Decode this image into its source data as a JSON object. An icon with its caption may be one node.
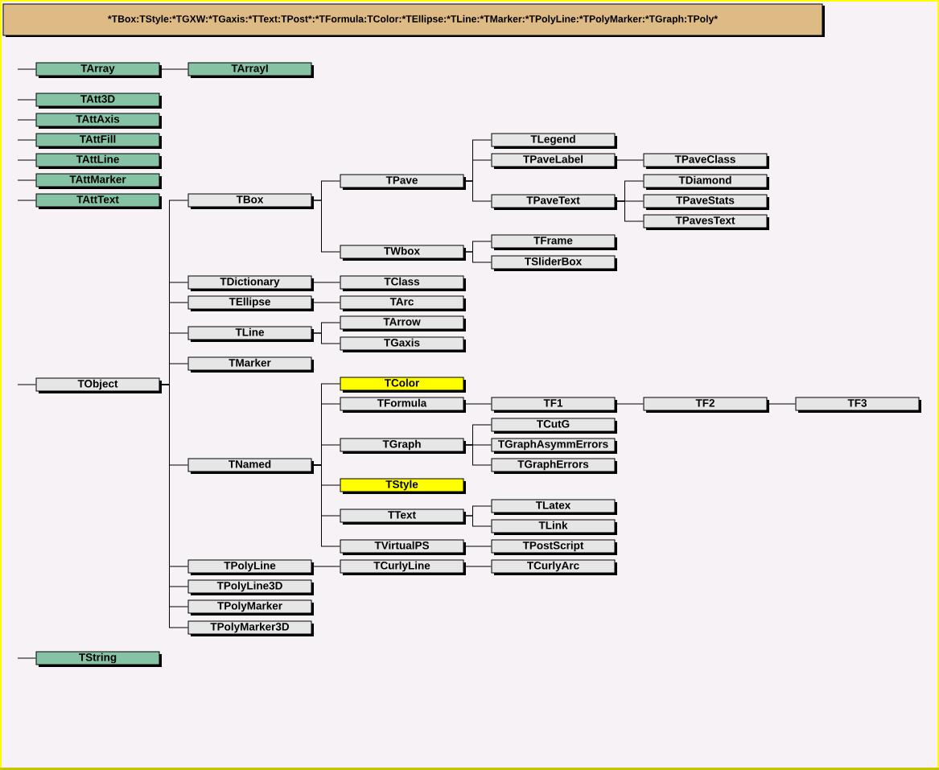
{
  "diagram": {
    "title": "*TBox:TStyle:*TGXW:*TGaxis:*TText:TPost*:*TFormula:TColor:*TEllipse:*TLine:*TMarker:*TPolyLine:*TPolyMarker:*TGraph:TPoly*",
    "nodes": [
      {
        "text": [
          "TArray"
        ]
      },
      {
        "text": [
          "TArrayI"
        ]
      },
      {
        "text": [
          "TAtt3D"
        ]
      },
      {
        "text": [
          "TAttAxis"
        ]
      },
      {
        "text": [
          "TAttFill"
        ]
      },
      {
        "text": [
          "TAttLine"
        ]
      },
      {
        "text": [
          "TAttMarker"
        ]
      },
      {
        "text": [
          "TAttText"
        ]
      },
      {
        "text": [
          "TLegend"
        ]
      },
      {
        "text": [
          "TPaveLabel"
        ]
      },
      {
        "text": [
          "TPaveClass"
        ]
      },
      {
        "text": [
          "TPave"
        ]
      },
      {
        "text": [
          "TDiamond"
        ]
      },
      {
        "text": [
          "TBox"
        ]
      },
      {
        "text": [
          "TPaveText"
        ]
      },
      {
        "text": [
          "TPaveStats"
        ]
      },
      {
        "text": [
          "TPavesText"
        ]
      },
      {
        "text": [
          "TFrame"
        ]
      },
      {
        "text": [
          "TWbox"
        ]
      },
      {
        "text": [
          "TSliderBox"
        ]
      },
      {
        "text": [
          "TDictionary"
        ]
      },
      {
        "text": [
          "TClass"
        ]
      },
      {
        "text": [
          "TEllipse"
        ]
      },
      {
        "text": [
          "TArc"
        ]
      },
      {
        "text": [
          "TArrow"
        ]
      },
      {
        "text": [
          "TLine"
        ]
      },
      {
        "text": [
          "TGaxis"
        ]
      },
      {
        "text": [
          "TMarker"
        ]
      },
      {
        "text": [
          "TColor"
        ]
      },
      {
        "text": [
          "TObject"
        ]
      },
      {
        "text": [
          "TFormula"
        ]
      },
      {
        "text": [
          "TF1"
        ]
      },
      {
        "text": [
          "TF2"
        ]
      },
      {
        "text": [
          "TF3"
        ]
      },
      {
        "text": [
          "TCutG"
        ]
      },
      {
        "text": [
          "TGraph"
        ]
      },
      {
        "text": [
          "TGraphAsymmErrors"
        ]
      },
      {
        "text": [
          "TNamed"
        ]
      },
      {
        "text": [
          "TGraphErrors"
        ]
      },
      {
        "text": [
          "TStyle"
        ]
      },
      {
        "text": [
          "TLatex"
        ]
      },
      {
        "text": [
          "TText"
        ]
      },
      {
        "text": [
          "TLink"
        ]
      },
      {
        "text": [
          "TVirtualPS"
        ]
      },
      {
        "text": [
          "TPostScript"
        ]
      },
      {
        "text": [
          "TPolyLine"
        ]
      },
      {
        "text": [
          "TCurlyLine"
        ]
      },
      {
        "text": [
          "TCurlyArc"
        ]
      },
      {
        "text": [
          "TPolyLine3D"
        ]
      },
      {
        "text": [
          "TPolyMarker"
        ]
      },
      {
        "text": [
          "TPolyMarker3D"
        ]
      },
      {
        "text": [
          "TString"
        ]
      }
    ],
    "edges": [
      {
        "from": null,
        "to": 0,
        "arrow": "none"
      },
      {
        "from": 0,
        "to": 1,
        "arrow": "none"
      },
      {
        "from": null,
        "to": 2,
        "arrow": "none"
      },
      {
        "from": null,
        "to": 3,
        "arrow": "none"
      },
      {
        "from": null,
        "to": 4,
        "arrow": "none"
      },
      {
        "from": null,
        "to": 5,
        "arrow": "none"
      },
      {
        "from": null,
        "to": 6,
        "arrow": "none"
      },
      {
        "from": null,
        "to": 7,
        "arrow": "none"
      },
      {
        "from": null,
        "to": 29,
        "arrow": "none"
      },
      {
        "from": null,
        "to": 51,
        "arrow": "none"
      },
      {
        "from": 29,
        "to": 13,
        "arrow": "none"
      },
      {
        "from": 29,
        "to": 20,
        "arrow": "none"
      },
      {
        "from": 29,
        "to": 22,
        "arrow": "none"
      },
      {
        "from": 29,
        "to": 25,
        "arrow": "none"
      },
      {
        "from": 29,
        "to": 27,
        "arrow": "none"
      },
      {
        "from": 29,
        "to": 37,
        "arrow": "none"
      },
      {
        "from": 29,
        "to": 45,
        "arrow": "none"
      },
      {
        "from": 29,
        "to": 48,
        "arrow": "none"
      },
      {
        "from": 29,
        "to": 49,
        "arrow": "none"
      },
      {
        "from": 29,
        "to": 50,
        "arrow": "none"
      },
      {
        "from": 13,
        "to": 11,
        "arrow": "none"
      },
      {
        "from": 13,
        "to": 18,
        "arrow": "none"
      },
      {
        "from": 11,
        "to": 8,
        "arrow": "none"
      },
      {
        "from": 11,
        "to": 9,
        "arrow": "none"
      },
      {
        "from": 11,
        "to": 14,
        "arrow": "none"
      },
      {
        "from": 9,
        "to": 10,
        "arrow": "none"
      },
      {
        "from": 14,
        "to": 12,
        "arrow": "none"
      },
      {
        "from": 14,
        "to": 15,
        "arrow": "none"
      },
      {
        "from": 14,
        "to": 16,
        "arrow": "none"
      },
      {
        "from": 18,
        "to": 17,
        "arrow": "none"
      },
      {
        "from": 18,
        "to": 19,
        "arrow": "none"
      },
      {
        "from": 20,
        "to": 21,
        "arrow": "none"
      },
      {
        "from": 22,
        "to": 23,
        "arrow": "none"
      },
      {
        "from": 25,
        "to": 24,
        "arrow": "none"
      },
      {
        "from": 25,
        "to": 26,
        "arrow": "none"
      },
      {
        "from": 37,
        "to": 28,
        "arrow": "none"
      },
      {
        "from": 37,
        "to": 30,
        "arrow": "none"
      },
      {
        "from": 37,
        "to": 35,
        "arrow": "none"
      },
      {
        "from": 37,
        "to": 39,
        "arrow": "none"
      },
      {
        "from": 37,
        "to": 41,
        "arrow": "none"
      },
      {
        "from": 37,
        "to": 43,
        "arrow": "none"
      },
      {
        "from": 30,
        "to": 31,
        "arrow": "none"
      },
      {
        "from": 31,
        "to": 32,
        "arrow": "none"
      },
      {
        "from": 32,
        "to": 33,
        "arrow": "none"
      },
      {
        "from": 35,
        "to": 34,
        "arrow": "none"
      },
      {
        "from": 35,
        "to": 36,
        "arrow": "none"
      },
      {
        "from": 35,
        "to": 38,
        "arrow": "none"
      },
      {
        "from": 41,
        "to": 40,
        "arrow": "none"
      },
      {
        "from": 41,
        "to": 42,
        "arrow": "none"
      },
      {
        "from": 43,
        "to": 44,
        "arrow": "none"
      },
      {
        "from": 45,
        "to": 46,
        "arrow": "none"
      },
      {
        "from": 46,
        "to": 47,
        "arrow": "none"
      }
    ]
  }
}
